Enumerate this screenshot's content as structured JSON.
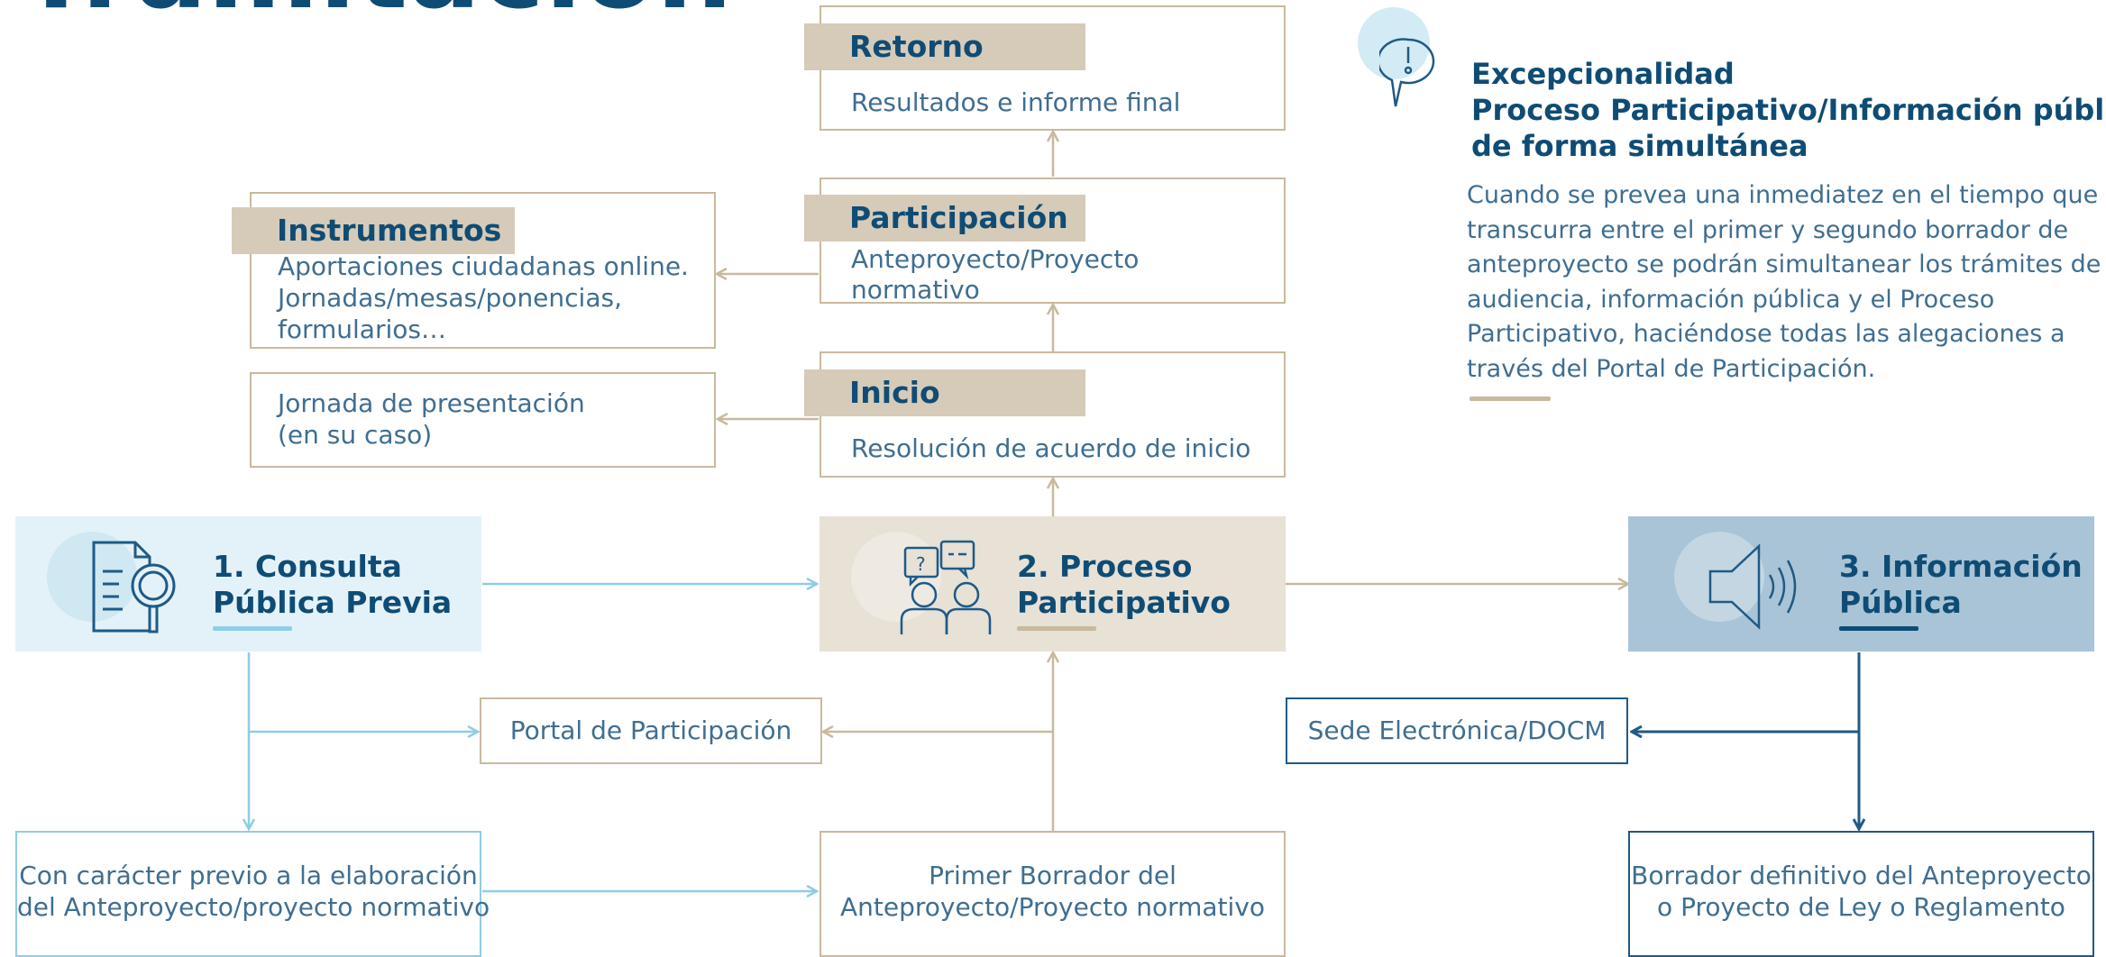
{
  "title_fragment": "Tramitación",
  "colors": {
    "tan": "#c9b99d",
    "tan_fill": "#e7e1d6",
    "header_tan": "#d6cbb8",
    "light_blue": "#8fcde6",
    "light_blue_fill": "#e3f2f8",
    "steel_blue_fill": "#a9c4d6",
    "navy": "#0f4c75",
    "text": "#3f6e91"
  },
  "top_boxes": {
    "retorno": {
      "header": "Retorno",
      "body": "Resultados e informe final"
    },
    "participacion": {
      "header": "Participación",
      "body_lines": [
        "Anteproyecto/Proyecto",
        "normativo"
      ]
    },
    "inicio": {
      "header": "Inicio",
      "body": "Resolución de acuerdo de inicio"
    },
    "instrumentos": {
      "header": "Instrumentos",
      "body_lines": [
        "Aportaciones ciudadanas online.",
        "Jornadas/mesas/ponencias,",
        "formularios…"
      ]
    },
    "jornada": {
      "body_lines": [
        "Jornada de presentación",
        "(en su caso)"
      ]
    }
  },
  "phases": {
    "consulta": {
      "title_lines": [
        "1. Consulta",
        "Pública Previa"
      ],
      "icon": "document-search-icon"
    },
    "proceso": {
      "title_lines": [
        "2. Proceso",
        "Participativo"
      ],
      "icon": "people-chat-icon"
    },
    "informacion": {
      "title_lines": [
        "3. Información",
        "Pública"
      ],
      "icon": "speaker-icon"
    }
  },
  "bottom_boxes": {
    "portal": "Portal de Participación",
    "sede": "Sede Electrónica/DOCM",
    "previo": [
      "Con carácter previo a la elaboración",
      "del Anteproyecto/proyecto normativo"
    ],
    "borrador1": [
      "Primer Borrador del",
      "Anteproyecto/Proyecto normativo"
    ],
    "definitivo": [
      "Borrador definitivo del Anteproyecto",
      "o Proyecto de Ley o Reglamento"
    ]
  },
  "exception": {
    "icon": "speech-bubble-exclamation-icon",
    "title_lines": [
      "Excepcionalidad",
      "Proceso Participativo/Información pública",
      "de forma simultánea"
    ],
    "body_lines": [
      "Cuando se prevea una inmediatez en el tiempo que",
      "transcurra entre el primer y segundo borrador de",
      "anteproyecto se podrán simultanear los trámites de",
      "audiencia, información pública y el Proceso",
      "Participativo, haciéndose todas las alegaciones a",
      "través del Portal de Participación."
    ]
  }
}
